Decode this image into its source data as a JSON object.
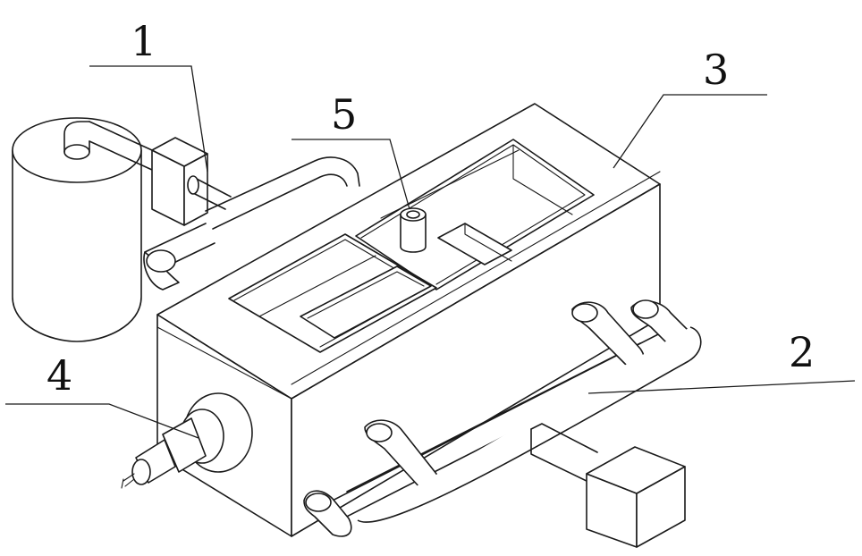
{
  "figure": {
    "labels": {
      "part_1": "1",
      "part_2": "2",
      "part_3": "3",
      "part_4": "4",
      "part_5": "5"
    },
    "colors": {
      "stroke": "#1a1a1a",
      "background": "#ffffff"
    }
  }
}
